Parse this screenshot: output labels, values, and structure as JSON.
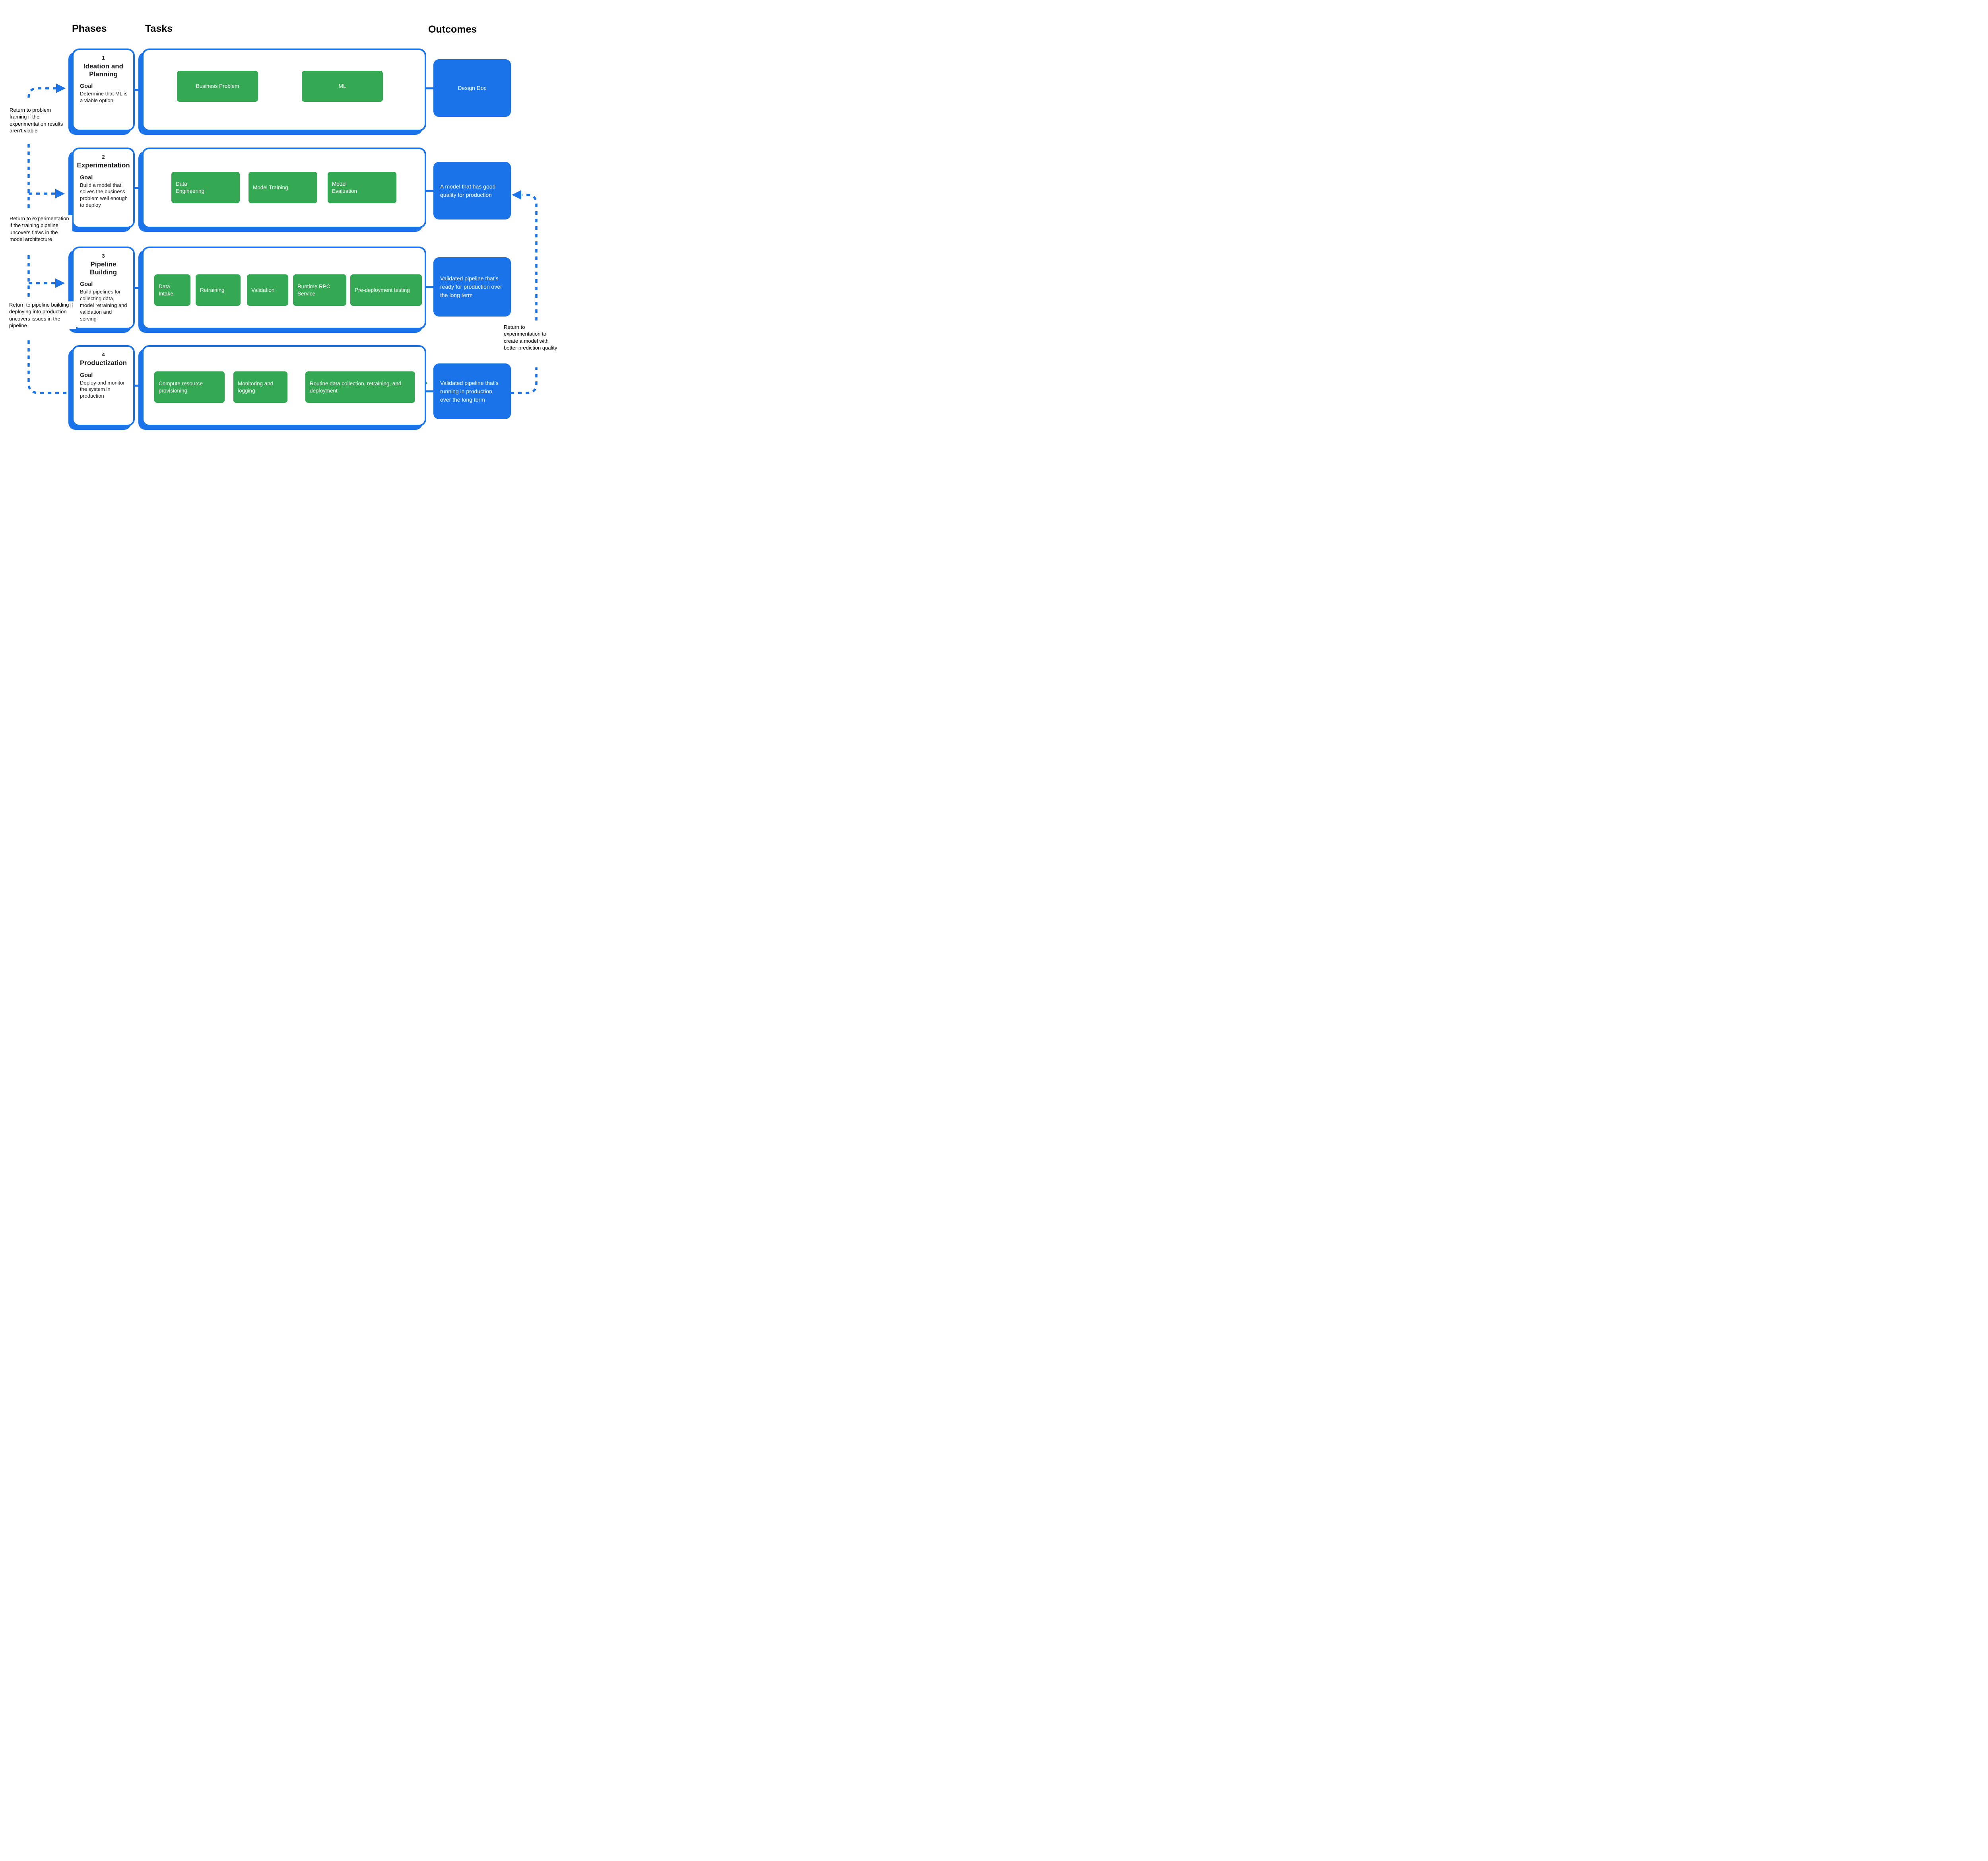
{
  "colors": {
    "blue": "#1A73E8",
    "green": "#34A853",
    "text": "#202124"
  },
  "headers": {
    "phases": "Phases",
    "tasks": "Tasks",
    "outcomes": "Outcomes"
  },
  "phases": [
    {
      "number": "1",
      "title": "Ideation and Planning",
      "goal_label": "Goal",
      "goal_text": "Determine that ML is a viable option",
      "tasks": [
        "Business Problem",
        "ML"
      ],
      "outcome": "Design Doc"
    },
    {
      "number": "2",
      "title": "Experimentation",
      "goal_label": "Goal",
      "goal_text": "Build a model that solves the business problem well enough to deploy",
      "tasks": [
        "Data Engineering",
        "Model Training",
        "Model Evaluation"
      ],
      "outcome": "A model that has good quality for production"
    },
    {
      "number": "3",
      "title": "Pipeline Building",
      "goal_label": "Goal",
      "goal_text": "Build pipelines for collecting data, model retraining and validation and serving",
      "tasks": [
        "Data Intake",
        "Retraining",
        "Validation",
        "Runtime RPC Service",
        "Pre-deployment testing"
      ],
      "outcome": "Validated pipeline that’s ready for production over the long term"
    },
    {
      "number": "4",
      "title": "Productization",
      "goal_label": "Goal",
      "goal_text": "Deploy and monitor the system in production",
      "tasks": [
        "Compute resource provisioning",
        "Monitoring and logging",
        "Routine data collection, retraining, and deployment"
      ],
      "outcome": "Validated pipeline that’s running in production over the long term"
    }
  ],
  "annotations": {
    "left": [
      "Return to problem framing if the experimentation results aren’t viable",
      "Return to experimentation if the training pipeline uncovers flaws in the model architecture",
      "Return to pipeline building if deploying into production uncovers issues in the pipeline"
    ],
    "right": [
      "Return to experimentation to create a model with better prediction quality"
    ]
  }
}
